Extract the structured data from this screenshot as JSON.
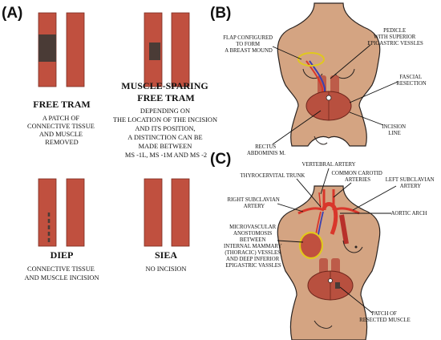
{
  "panel_letters": {
    "a": "(A)",
    "b": "(B)",
    "c": "(C)"
  },
  "panel_a": {
    "free_tram": {
      "title": "FREE TRAM",
      "desc": [
        "A PATCH OF",
        "CONNECTIVE TISSUE",
        "AND MUSCLE",
        "REMOVED"
      ]
    },
    "ms_free_tram": {
      "title": [
        "MUSCLE-SPARING",
        "FREE TRAM"
      ],
      "desc": [
        "DEPENDING ON",
        "THE LOCATION OF THE INCISION",
        "AND ITS POSITION,",
        "A DISTINCTION CAN BE",
        "MADE BETWEEN",
        "MS -1L, MS -1M AND MS -2"
      ]
    },
    "diep": {
      "title": "DIEP",
      "desc": [
        "CONNECTIVE TISSUE",
        "AND MUSCLE INCISION"
      ]
    },
    "siea": {
      "title": "SIEA",
      "desc": [
        "NO INCISION"
      ]
    }
  },
  "panel_b": {
    "flap": [
      "FLAP CONFIGURED",
      "TO FORM",
      "A BREAST MOUND"
    ],
    "pedicle": [
      "PEDICLE",
      "WITH SUPERIOR",
      "EPIGASTRIC VESSLES"
    ],
    "fascial": [
      "FASCIAL",
      "RESECTION"
    ],
    "incision": [
      "INCISION",
      "LINE"
    ],
    "rectus": [
      "RECTUS",
      "ABDOMINIS M."
    ]
  },
  "panel_c": {
    "vertebral": "VERTEBRAL ARTERY",
    "thyro": "THYROCERVITAL TRUNK",
    "carotid": [
      "COMMON CAROTID",
      "ARTERIES"
    ],
    "left_sub": [
      "LEFT SUBCLAVIAN",
      "ARTERY"
    ],
    "right_sub": [
      "RIGHT SUBCLAVIAN",
      "ARTERY"
    ],
    "aortic": "AORTIC ARCH",
    "micro": [
      "MICROVASCULAR",
      "ANOSTOMOSIS",
      "BETWEEN",
      "INTERNAL MAMMARY",
      "(THORACIC) VESSLES",
      "AND DEEP INFERIOR",
      "EPIGASTRIC VASSLES"
    ],
    "patch": [
      "PATCH OF",
      "RESECTED MUSCLE"
    ]
  },
  "colors": {
    "muscle": "#c0503f",
    "patch": "#4a3b36",
    "skin": "#d4a482",
    "artery": "#d9362b",
    "vein": "#3b3fb0",
    "flap_outline": "#e0c81e"
  }
}
